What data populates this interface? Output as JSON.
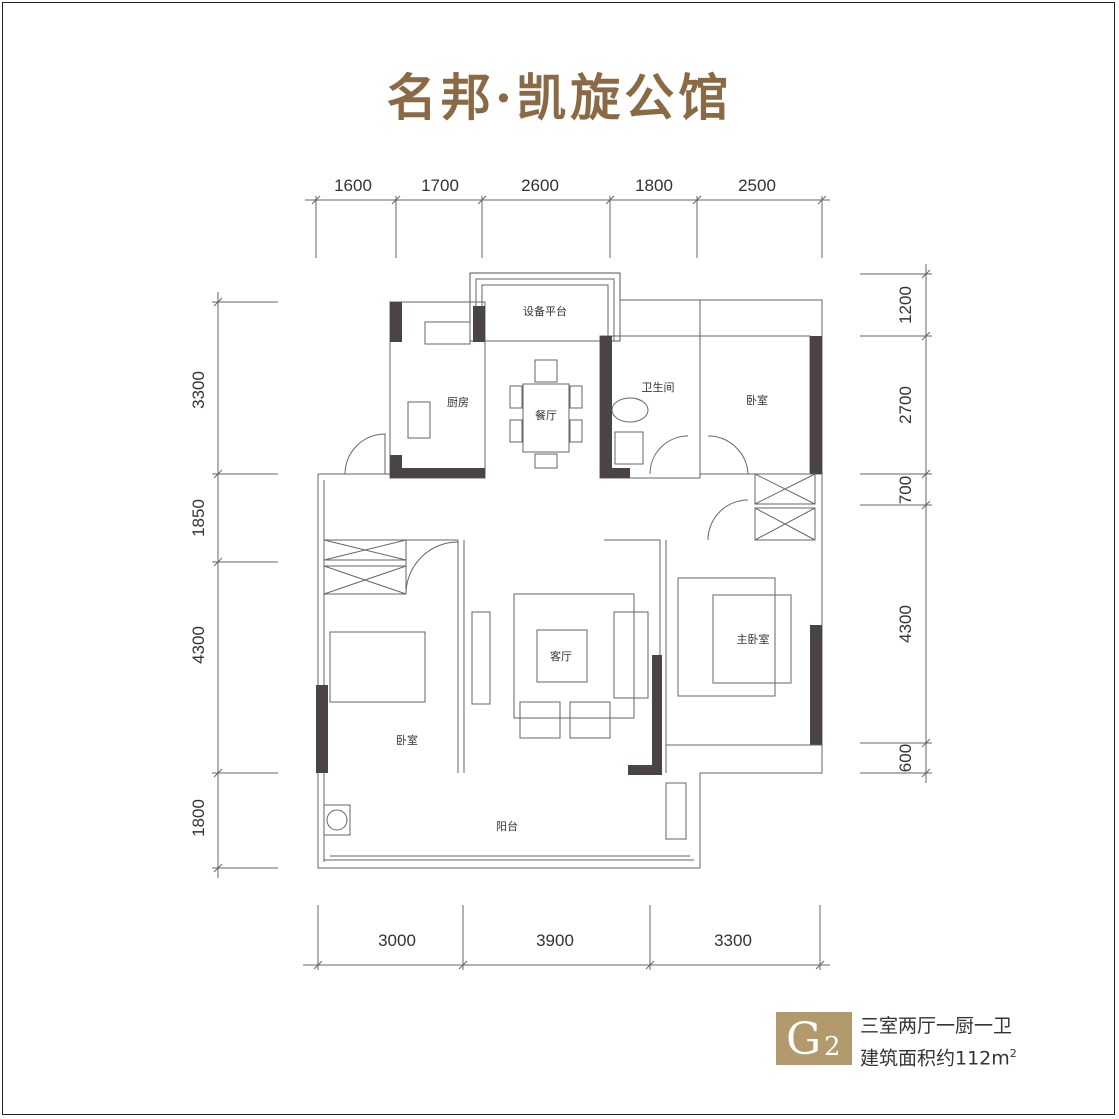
{
  "title": "名邦·凯旋公馆",
  "dims": {
    "top": [
      "1600",
      "1700",
      "2600",
      "1800",
      "2500"
    ],
    "bottom": [
      "3000",
      "3900",
      "3300"
    ],
    "left": [
      "3300",
      "1850",
      "4300",
      "1800"
    ],
    "right": [
      "1200",
      "2700",
      "700",
      "4300",
      "600"
    ]
  },
  "rooms": {
    "platform": "设备平台",
    "kitchen": "厨房",
    "dining": "餐厅",
    "bath": "卫生间",
    "bedroom_ne": "卧室",
    "living": "客厅",
    "master": "主卧室",
    "bedroom_w": "卧室",
    "balcony": "阳台"
  },
  "badge": {
    "letter": "G",
    "number": "2"
  },
  "info": {
    "layout": "三室两厅一厨一卫",
    "area": "建筑面积约112m",
    "area_sup": "2"
  },
  "colors": {
    "title": "#8a6a45",
    "badge": "#b39a6c",
    "wall": "#4a4446"
  }
}
